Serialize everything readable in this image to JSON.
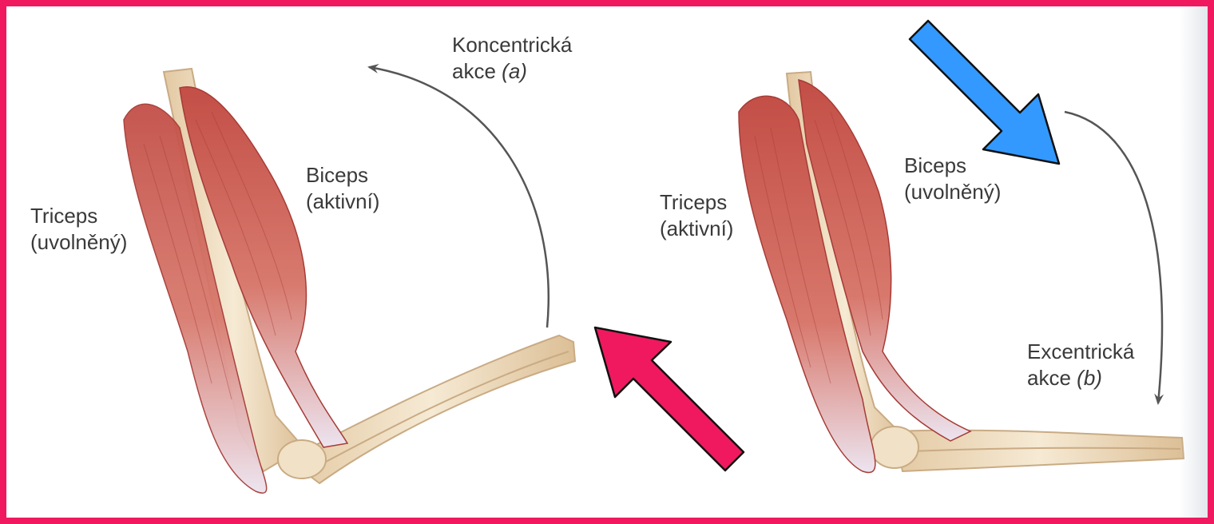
{
  "colors": {
    "frame_border": "#f0195f",
    "muscle": "#c9584e",
    "muscle_dark": "#a63b36",
    "tendon": "#e6e1ef",
    "bone": "#efdcbd",
    "bone_edge": "#c9ab84",
    "label_text": "#3a3a3a",
    "motion_arrow": "#555555",
    "highlight_arrow_pink": "#f0195f",
    "highlight_arrow_blue": "#3399ff"
  },
  "left_panel": {
    "motion_label_line1": "Koncentrická",
    "motion_label_line2": "akce ",
    "motion_label_letter": "(a)",
    "triceps_name": "Triceps",
    "triceps_state": "(uvolněný)",
    "biceps_name": "Biceps",
    "biceps_state": "(aktivní)"
  },
  "right_panel": {
    "motion_label_line1": "Excentrická",
    "motion_label_line2": "akce ",
    "motion_label_letter": "(b)",
    "triceps_name": "Triceps",
    "triceps_state": "(aktivní)",
    "biceps_name": "Biceps",
    "biceps_state": "(uvolněný)"
  },
  "icons": {
    "concentric_motion": "curved-arrow-up",
    "eccentric_motion": "curved-arrow-down",
    "pink_highlight": "thick-arrow-up-left",
    "blue_highlight": "thick-arrow-down-right"
  }
}
